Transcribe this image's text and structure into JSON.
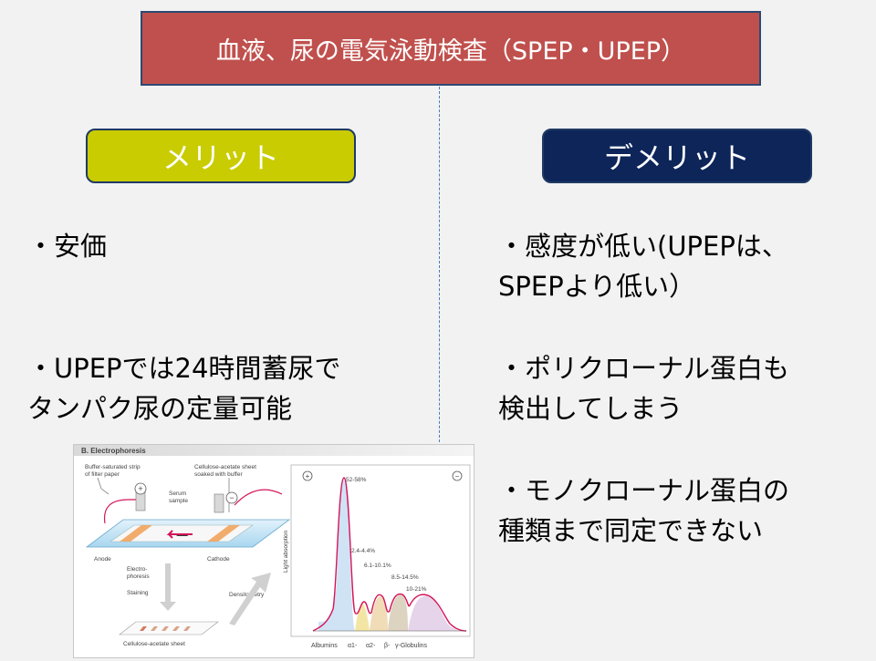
{
  "title": "血液、尿の電気泳動検査（SPEP・UPEP）",
  "merit": {
    "header": "メリット",
    "items": [
      {
        "lines": [
          "・安価"
        ]
      },
      {
        "lines": [
          "・UPEPでは24時間蓄尿で",
          "タンパク尿の定量可能"
        ]
      }
    ]
  },
  "demerit": {
    "header": "デメリット",
    "items": [
      {
        "lines": [
          "・感度が低い(UPEPは、",
          "SPEPより低い）"
        ]
      },
      {
        "lines": [
          "・ポリクローナル蛋白も",
          "検出してしまう"
        ]
      },
      {
        "lines": [
          "・モノクローナル蛋白の",
          "種類まで同定できない"
        ]
      }
    ]
  },
  "figure": {
    "heading": "B. Electrophoresis",
    "labels": {
      "buffer_strip_1": "Buffer-saturated strip",
      "buffer_strip_2": "of filter paper",
      "acetate_sheet_1": "Cellulose-acetate sheet",
      "acetate_sheet_2": "soaked with buffer",
      "serum_1": "Serum",
      "serum_2": "sample",
      "anode": "Anode",
      "cathode": "Cathode",
      "electro_1": "Electro-",
      "electro_2": "phoresis",
      "staining": "Staining",
      "densitometry": "Densitometry",
      "acetate_bottom": "Cellulose-acetate sheet",
      "light_absorption": "Light absorption",
      "plus": "+",
      "minus": "−"
    },
    "peaks": {
      "albumin_pct": "52-58%",
      "alpha1_pct": "2.4-4.4%",
      "alpha2_pct": "6.1-10.1%",
      "beta_pct": "8.5-14.5%",
      "gamma_pct": "10-21%"
    },
    "axis_labels": {
      "albumins": "Albumins",
      "alpha1": "α1-",
      "alpha2": "α2-",
      "beta": "β-",
      "gamma": "γ-Globulins"
    },
    "colors": {
      "albumin": "#cfe3f5",
      "alpha1": "#f3e6a5",
      "alpha2": "#f0dcb6",
      "beta": "#dcd3c0",
      "gamma": "#e6d4ea",
      "curve": "#d4145a"
    }
  }
}
